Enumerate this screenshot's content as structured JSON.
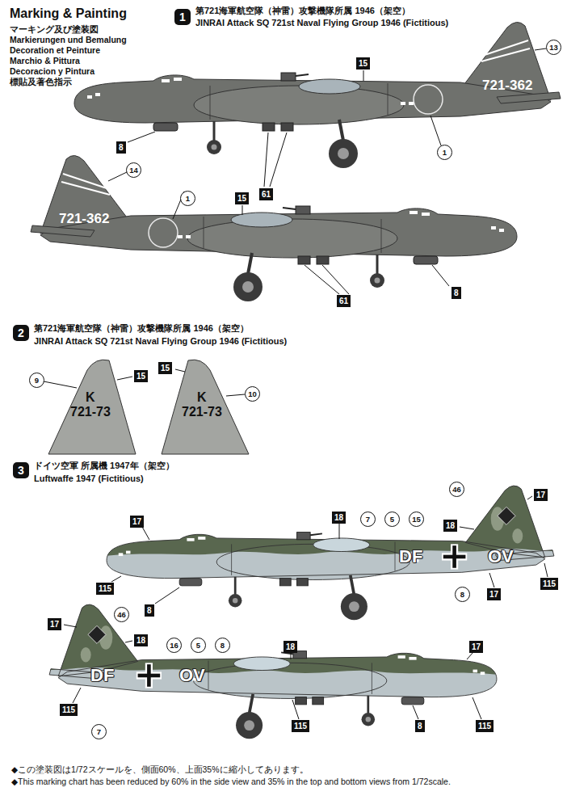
{
  "diagram": {
    "title": "Marking & Painting",
    "labels": [
      "マーキング及び塗装図",
      "Markierungen und Bemalung",
      "Decoration et Peinture",
      "Marchio & Pittura",
      "Decoracion y Pintura",
      "標貼及著色指示",
      "1",
      "第721海軍航空隊（神雷）攻撃機隊所属 1946（架空）",
      "JINRAI Attack SQ 721st Naval Flying Group 1946 (Fictitious)",
      "13",
      "15",
      "721-362",
      "1",
      "8",
      "61",
      "14",
      "721-362",
      "1",
      "15",
      "61",
      "8",
      "2",
      "第721海軍航空隊（神雷）攻撃機隊所属 1946（架空）",
      "JINRAI Attack SQ 721st Naval Flying Group 1946 (Fictitious)",
      "9",
      "15",
      "K",
      "721-73",
      "15",
      "K",
      "721-73",
      "10",
      "3",
      "ドイツ空軍 所属機 1947年（架空）",
      "Luftwaffe 1947 (Fictitious)",
      "17",
      "18",
      "7",
      "5",
      "15",
      "46",
      "17",
      "18",
      "DF",
      "OV",
      "115",
      "8",
      "8",
      "17",
      "115",
      "17",
      "46",
      "18",
      "16",
      "5",
      "8",
      "18",
      "17",
      "DF",
      "OV",
      "115",
      "7",
      "115",
      "8",
      "115",
      "◆この塗装図は1/72スケールを、側面60%、上面35%に縮小してあります。",
      "◆This marking chart has been reduced by 60% in the side view and 35% in the top and bottom views from 1/72scale."
    ]
  }
}
